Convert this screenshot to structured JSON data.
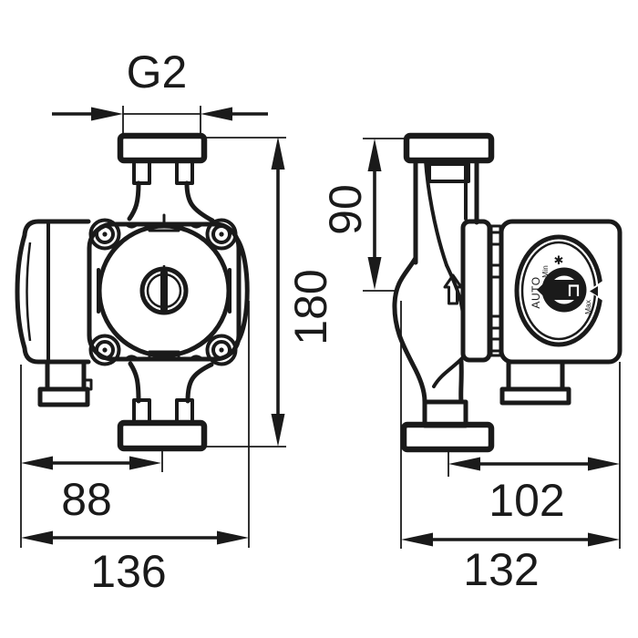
{
  "drawing": {
    "title": "circulation-pump-dimensional-drawing",
    "line_color": "#1a1a1a",
    "background_color": "#ffffff",
    "dimensions": {
      "thread_size": "G2",
      "total_height": "180",
      "flange_to_body_height": "90",
      "box_to_port_center_width": "88",
      "total_width_front": "136",
      "port_center_to_box_depth": "102",
      "total_depth_side": "132"
    },
    "control_dial": {
      "auto_label": "AUTO",
      "min_label": "Min",
      "max_label": "Max",
      "frost_symbol": "✱"
    },
    "icons": {
      "flow_direction_icon": "up-arrow",
      "screw_icon": "cross-screw",
      "slot_icon": "screwdriver-slot"
    }
  }
}
